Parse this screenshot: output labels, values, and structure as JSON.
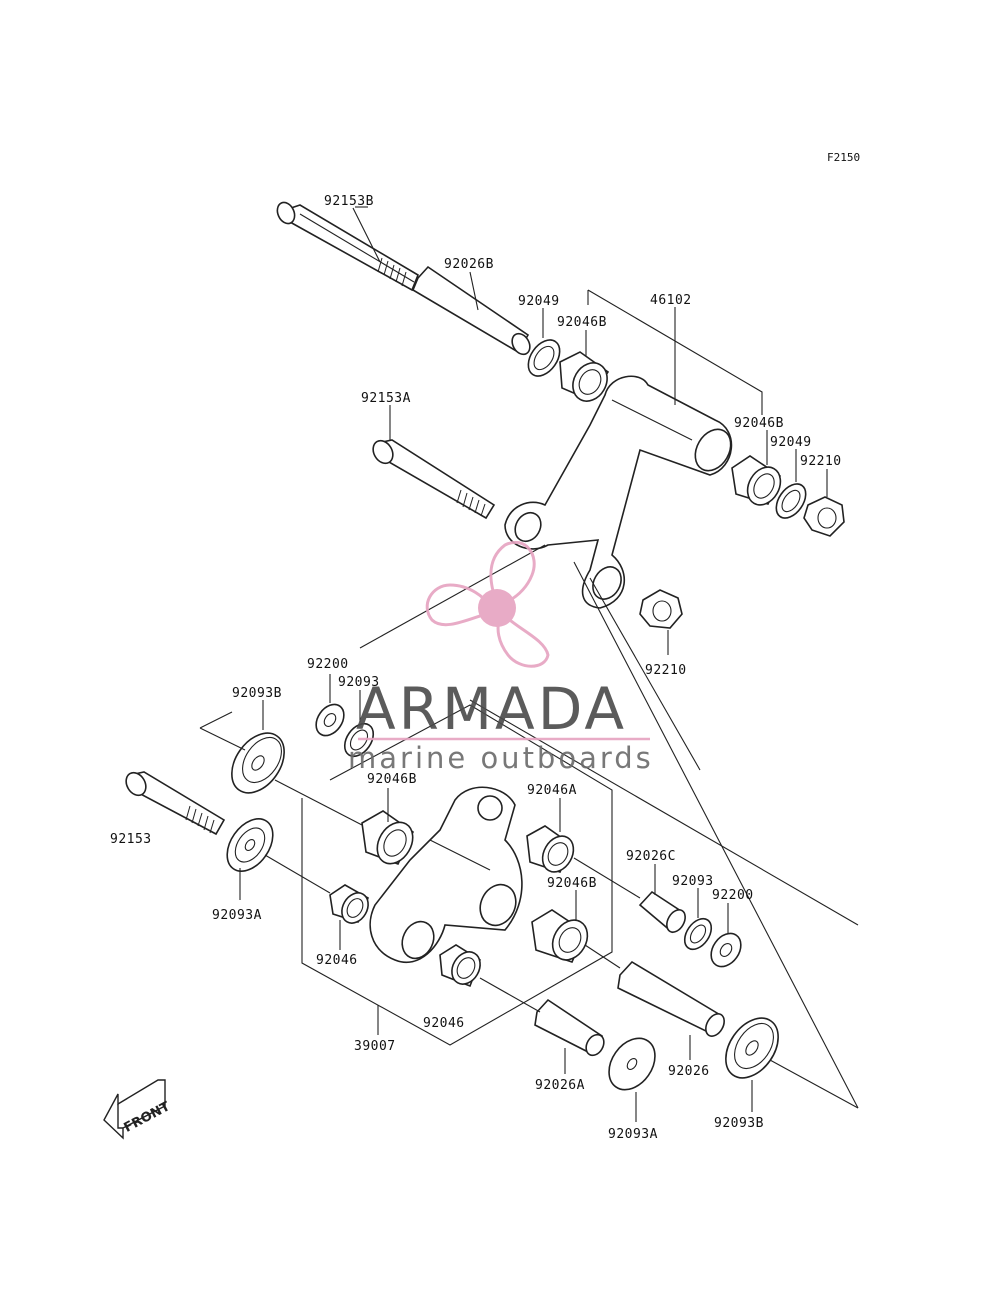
{
  "diagram": {
    "code": "F2150",
    "front_label": "FRONT",
    "parts": {
      "p92153B": "92153B",
      "p92026B": "92026B",
      "p92049_top": "92049",
      "p92046B_top": "92046B",
      "p46102": "46102",
      "p92153A": "92153A",
      "p92046B_right": "92046B",
      "p92049_right": "92049",
      "p92210_right": "92210",
      "p92210_mid": "92210",
      "p92200_left": "92200",
      "p92093": "92093",
      "p92093B_left": "92093B",
      "p92046B_mid": "92046B",
      "p92046A": "92046A",
      "p92153": "92153",
      "p92093A_left": "92093A",
      "p92026C": "92026C",
      "p92093_right": "92093",
      "p92046B_low": "92046B",
      "p92200_right": "92200",
      "p92046_left": "92046",
      "p92046_low": "92046",
      "p39007": "39007",
      "p92026A": "92026A",
      "p92026": "92026",
      "p92093A_bottom": "92093A",
      "p92093B_bottom": "92093B"
    }
  },
  "watermark": {
    "brand": "ARMADA",
    "tagline": "marine outboards",
    "color_pink": "#e6a3c0",
    "color_gray": "#4a4a4a"
  }
}
